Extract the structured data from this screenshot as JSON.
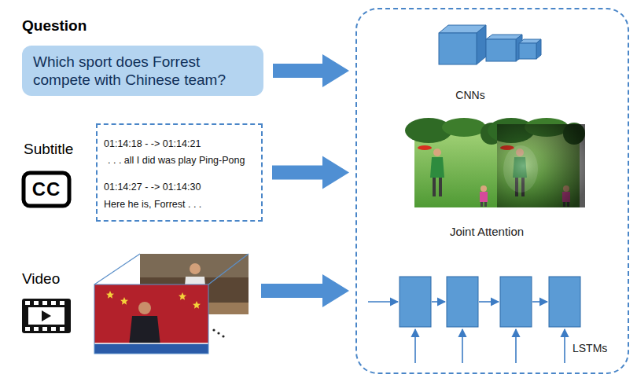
{
  "diagram": {
    "nodes": [
      {
        "text": [
          "Question",
          "Which sport does Forrest compete with Chinese team?"
        ]
      },
      {
        "text": [
          "Subtitle",
          "01:14:18 - -> 01:14:21",
          ". . . all I did was play Ping-Pong",
          "01:14:27 - -> 01:14:30",
          "Here he is, Forrest . . ."
        ]
      },
      {
        "text": [
          "Video"
        ]
      },
      {
        "text": []
      },
      {
        "text": [
          "CNNs"
        ],
        "in": 3
      },
      {
        "text": [
          "Joint Attention"
        ],
        "in": 3
      },
      {
        "text": [
          "LSTMs"
        ],
        "in": 3
      }
    ],
    "edges": [
      {
        "from": 0,
        "to": 3,
        "arrow": "to"
      },
      {
        "from": 1,
        "to": 3,
        "arrow": "to"
      },
      {
        "from": 2,
        "to": 3,
        "arrow": "to"
      }
    ],
    "labels": [
      "CC"
    ]
  }
}
